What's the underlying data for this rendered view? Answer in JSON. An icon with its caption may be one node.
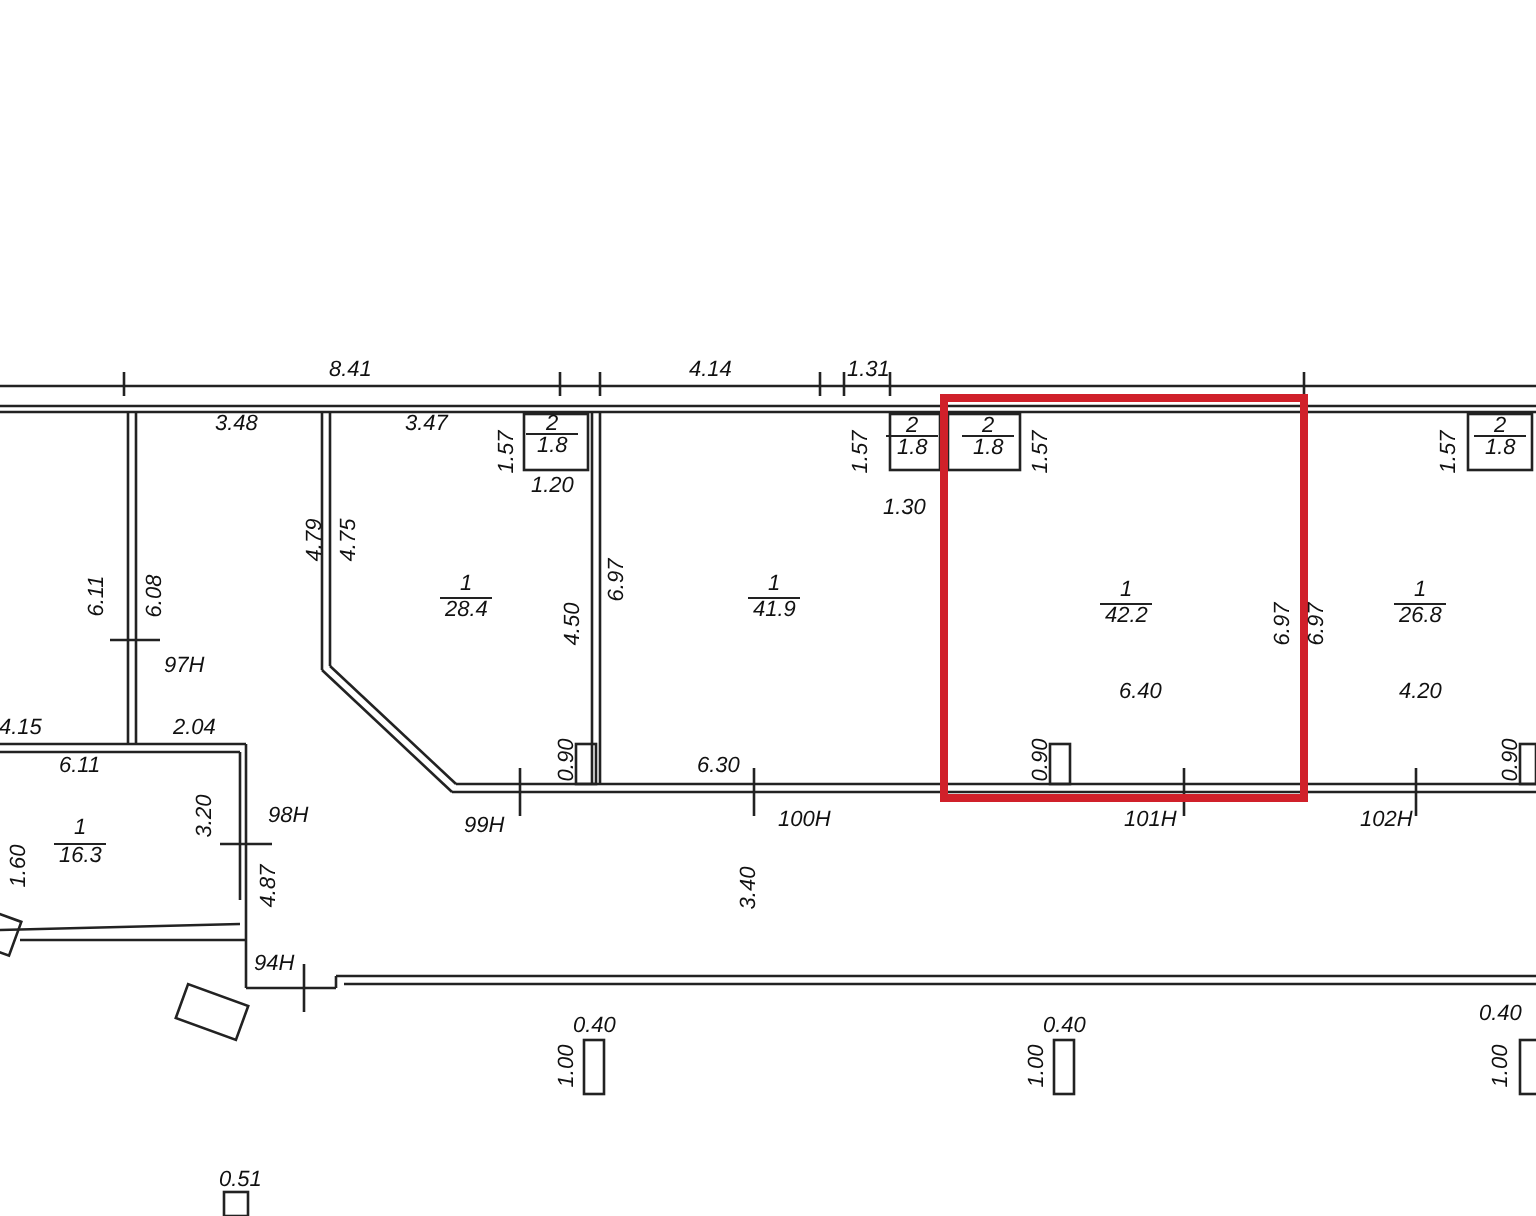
{
  "diagram": {
    "labels": [
      "8.41",
      "4.14",
      "1.31",
      "3.48",
      "3.47",
      "2",
      "1.8",
      "2",
      "1.8",
      "2",
      "1.8",
      "2",
      "1.8",
      "1.57",
      "1.57",
      "1.57",
      "1.57",
      "1.20",
      "1.30",
      "4.79",
      "4.75",
      "6.11",
      "6.08",
      "6.97",
      "6.97",
      "6.97",
      "1",
      "28.4",
      "1",
      "41.9",
      "1",
      "42.2",
      "1",
      "26.8",
      "4.50",
      "97Н",
      "6.40",
      "4.20",
      "4.15",
      "2.04",
      "6.11",
      "0.90",
      "6.30",
      "0.90",
      "0.90",
      "3.20",
      "98Н",
      "99Н",
      "100Н",
      "101Н",
      "102Н",
      "1",
      "16.3",
      "1.60",
      "4.87",
      "3.40",
      "94Н",
      "0.40",
      "0.40",
      "0.40",
      "1.00",
      "1.00",
      "1.00",
      "0.51"
    ]
  }
}
